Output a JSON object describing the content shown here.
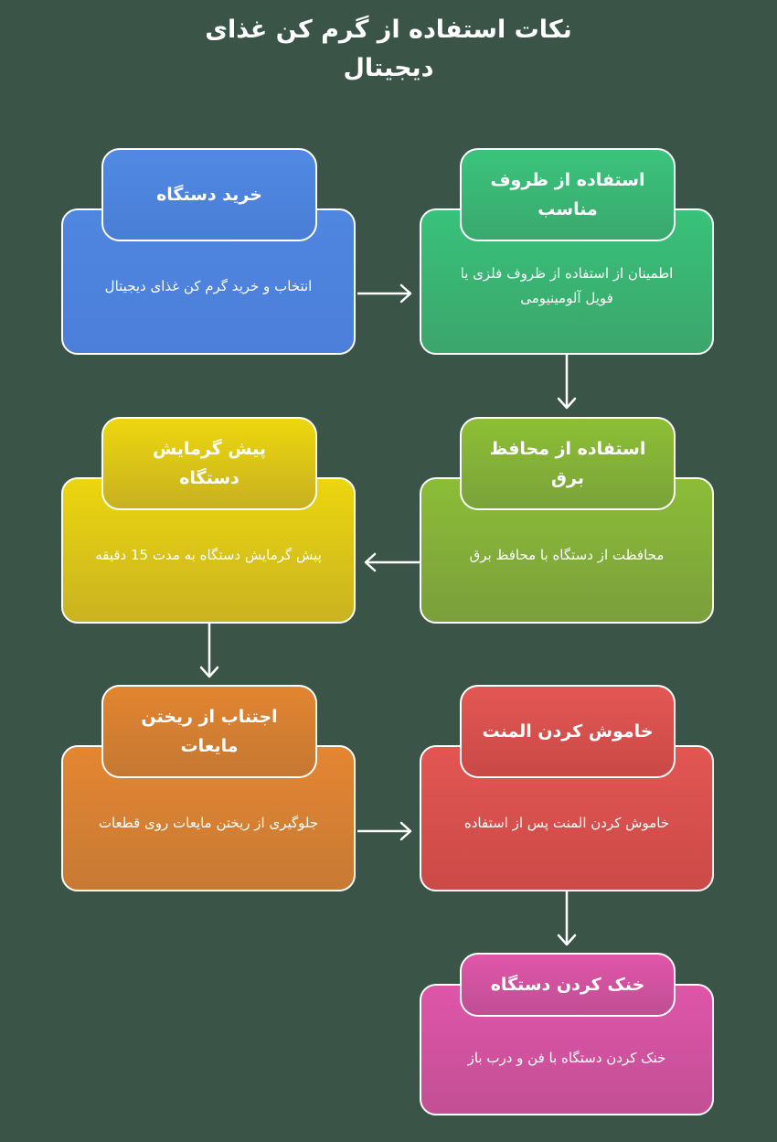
{
  "title": {
    "line1": "نکات استفاده از گرم کن غذای",
    "line2": "دیجیتال"
  },
  "colors": {
    "background": "#3b5448",
    "blue": "#4f86e0",
    "green": "#38c27a",
    "lime": "#8cbd37",
    "yellow": "#ecd60e",
    "orange": "#e48632",
    "red": "#e25652",
    "pink": "#df55a9",
    "border": "#ffffff"
  },
  "steps": [
    {
      "order": 1,
      "heading": "خرید دستگاه",
      "description": "انتخاب و خرید گرم کن غذای دیجیتال",
      "color": "blue"
    },
    {
      "order": 2,
      "heading": "استفاده از ظروف مناسب",
      "description": "اطمینان از استفاده از ظروف فلزی یا فویل آلومینیومی",
      "color": "green"
    },
    {
      "order": 3,
      "heading": "استفاده از محافظ برق",
      "description": "محافظت از دستگاه با محافظ برق",
      "color": "lime"
    },
    {
      "order": 4,
      "heading": "پیش گرمایش دستگاه",
      "description": "پیش گرمایش دستگاه به مدت 15 دقیقه",
      "color": "yellow"
    },
    {
      "order": 5,
      "heading": "اجتناب از ریختن مایعات",
      "description": "جلوگیری از ریختن مایعات روی قطعات",
      "color": "orange"
    },
    {
      "order": 6,
      "heading": "خاموش کردن المنت",
      "description": "خاموش کردن المنت پس از استفاده",
      "color": "red"
    },
    {
      "order": 7,
      "heading": "خنک کردن دستگاه",
      "description": "خنک کردن دستگاه با فن و درب باز",
      "color": "pink"
    }
  ],
  "connectors": [
    {
      "from": 1,
      "to": 2,
      "direction": "right"
    },
    {
      "from": 2,
      "to": 3,
      "direction": "down"
    },
    {
      "from": 3,
      "to": 4,
      "direction": "left"
    },
    {
      "from": 4,
      "to": 5,
      "direction": "down"
    },
    {
      "from": 5,
      "to": 6,
      "direction": "right"
    },
    {
      "from": 6,
      "to": 7,
      "direction": "down"
    }
  ]
}
